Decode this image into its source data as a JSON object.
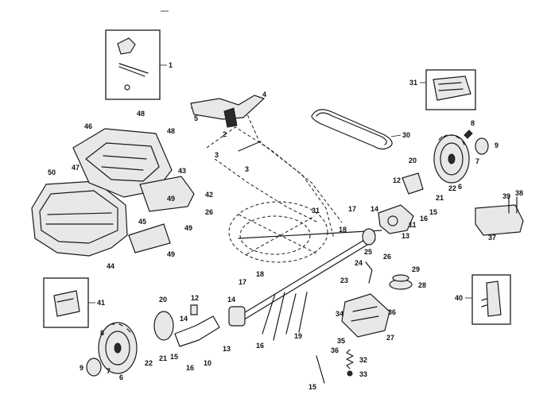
{
  "diagram": {
    "type": "exploded-parts-diagram",
    "callouts": {
      "c1": "1",
      "c2": "2",
      "c3a": "3",
      "c3b": "3",
      "c4": "4",
      "c5": "5",
      "c6": "6",
      "c7a": "7",
      "c7b": "7",
      "c8": "8",
      "c9a": "9",
      "c9b": "9",
      "c10": "10",
      "c11": "11",
      "c12a": "12",
      "c12b": "12",
      "c13a": "13",
      "c13b": "13",
      "c14a": "14",
      "c14b": "14",
      "c15a": "15",
      "c15b": "15",
      "c15c": "15",
      "c16a": "16",
      "c16b": "16",
      "c17a": "17",
      "c17b": "17",
      "c18a": "18",
      "c18b": "18",
      "c19": "19",
      "c20a": "20",
      "c20b": "20",
      "c21a": "21",
      "c21b": "21",
      "c22a": "22",
      "c22b": "22",
      "c23": "23",
      "c24": "24",
      "c25": "25",
      "c26a": "26",
      "c26b": "26",
      "c27": "27",
      "c28": "28",
      "c29": "29",
      "c30": "30",
      "c31": "31",
      "c31b": "31",
      "c32": "32",
      "c33": "33",
      "c34": "34",
      "c35": "35",
      "c36a": "36",
      "c36b": "36",
      "c37": "37",
      "c38": "38",
      "c39": "39",
      "c40": "40",
      "c41": "41",
      "c42": "42",
      "c43": "43",
      "c44": "44",
      "c45": "45",
      "c46": "46",
      "c47": "47",
      "c48a": "48",
      "c48b": "48",
      "c49a": "49",
      "c49b": "49",
      "c49c": "49",
      "c50": "50"
    }
  }
}
